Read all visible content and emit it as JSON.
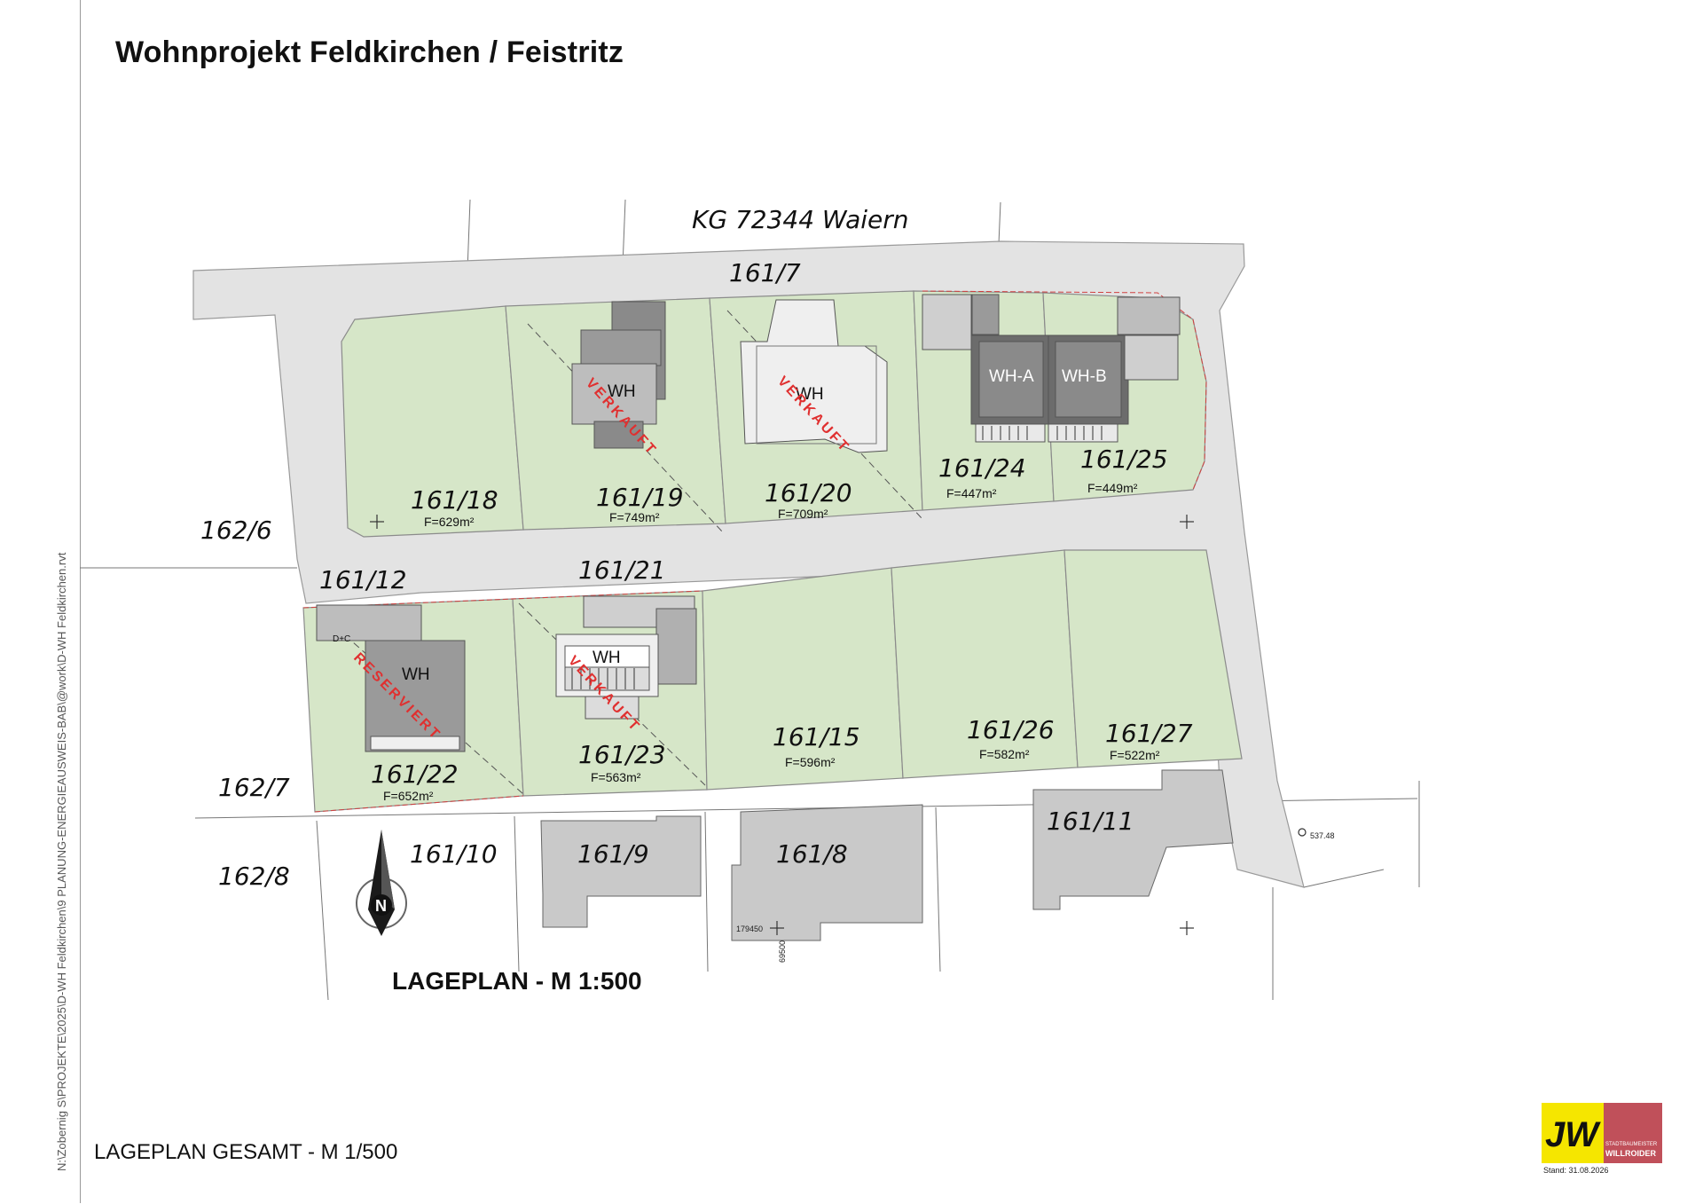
{
  "title": "Wohnprojekt Feldkirchen / Feistritz",
  "side_path": "N:\\Zobernig S\\PROJEKTE\\2025\\D-WH Feldkirchen\\9 PLANUNG-ENERGIEAUSWEIS-BAB\\@work\\D-WH Feldkirchen.rvt",
  "footer_label": "LAGEPLAN GESAMT - M 1/500",
  "plan_caption": "LAGEPLAN - M 1:500",
  "cadastral_label": "KG 72344 Waiern",
  "roads": {
    "r161_7": "161/7",
    "r161_21": "161/21",
    "r161_12": "161/12"
  },
  "neighbors": {
    "n162_6": "162/6",
    "n162_7": "162/7",
    "n162_8": "162/8",
    "n161_10": "161/10",
    "n161_9": "161/9",
    "n161_8": "161/8",
    "n161_11": "161/11"
  },
  "lots": [
    {
      "id": "161/18",
      "area": "F=629m²"
    },
    {
      "id": "161/19",
      "area": "F=749m²"
    },
    {
      "id": "161/20",
      "area": "F=709m²"
    },
    {
      "id": "161/24",
      "area": "F=447m²"
    },
    {
      "id": "161/25",
      "area": "F=449m²"
    },
    {
      "id": "161/22",
      "area": "F=652m²"
    },
    {
      "id": "161/23",
      "area": "F=563m²"
    },
    {
      "id": "161/15",
      "area": "F=596m²"
    },
    {
      "id": "161/26",
      "area": "F=582m²"
    },
    {
      "id": "161/27",
      "area": "F=522m²"
    }
  ],
  "buildings": {
    "wh": "WH",
    "wh_a": "WH-A",
    "wh_b": "WH-B",
    "small_label": "D+C"
  },
  "status": {
    "sold": "VERKAUFT",
    "reserved": "RESERVIERT"
  },
  "survey": {
    "point1": "179450",
    "point2": "69500",
    "elevation": "537.48"
  },
  "north_letter": "N",
  "logo": {
    "mark": "JW",
    "line1": "STADTBAUMEISTER",
    "line2": "WILLROIDER"
  },
  "stand": "Stand: 31.08.2026",
  "colors": {
    "lot_green": "#d6e6c8",
    "road_grey": "#e3e3e3",
    "building_grey": "#b4b4b4",
    "status_red": "#e03030"
  }
}
